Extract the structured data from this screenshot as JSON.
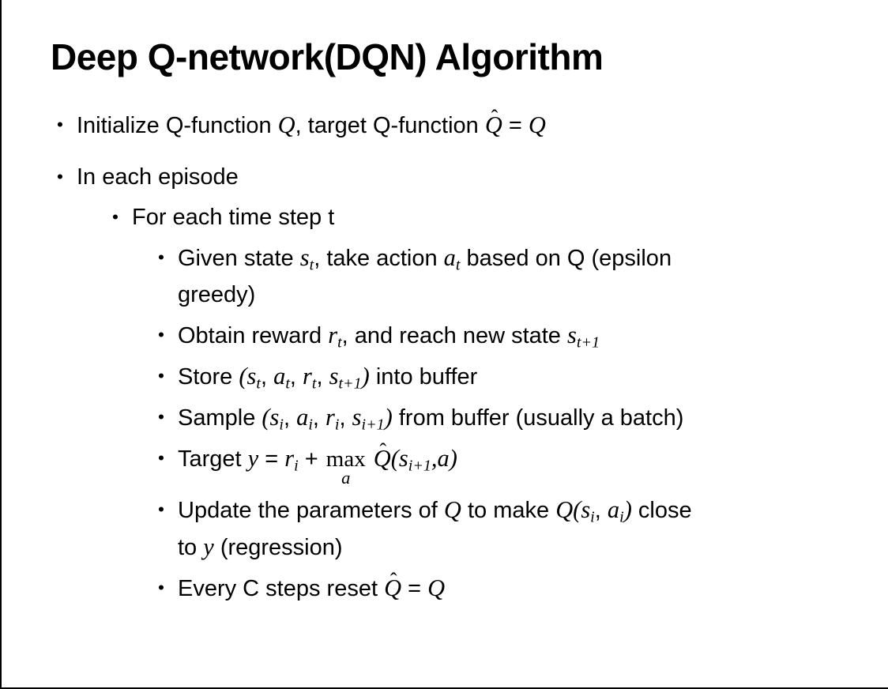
{
  "slide": {
    "title": "Deep Q-network(DQN) Algorithm",
    "background_color": "#ffffff",
    "text_color": "#000000",
    "border_color": "#000000"
  },
  "bullets": [
    {
      "level": 1,
      "segments": [
        {
          "t": "Initialize Q-function "
        },
        {
          "m": "Q"
        },
        {
          "t": ", target Q-function "
        },
        {
          "hat": "Q"
        },
        {
          "t": " = "
        },
        {
          "m": "Q"
        }
      ]
    },
    {
      "level": 1,
      "segments": [
        {
          "t": "In each episode"
        }
      ]
    },
    {
      "level": 2,
      "segments": [
        {
          "t": "For each time step t"
        }
      ]
    },
    {
      "level": 3,
      "segments": [
        {
          "t": "Given state "
        },
        {
          "m": "s",
          "sub": "t"
        },
        {
          "t": ", take action "
        },
        {
          "m": "a",
          "sub": "t"
        },
        {
          "t": " based on Q (epsilon"
        },
        {
          "br": true
        },
        {
          "t": "greedy)"
        }
      ]
    },
    {
      "level": 3,
      "segments": [
        {
          "t": "Obtain reward "
        },
        {
          "m": "r",
          "sub": "t"
        },
        {
          "t": ", and reach new state "
        },
        {
          "m": "s",
          "sub": "t+1"
        }
      ]
    },
    {
      "level": 3,
      "segments": [
        {
          "t": "Store "
        },
        {
          "m": "("
        },
        {
          "m": "s",
          "sub": "t"
        },
        {
          "t": ", "
        },
        {
          "m": "a",
          "sub": "t"
        },
        {
          "t": ", "
        },
        {
          "m": "r",
          "sub": "t"
        },
        {
          "t": ", "
        },
        {
          "m": "s",
          "sub": "t+1"
        },
        {
          "m": ")"
        },
        {
          "t": " into buffer"
        }
      ]
    },
    {
      "level": 3,
      "segments": [
        {
          "t": "Sample "
        },
        {
          "m": "("
        },
        {
          "m": "s",
          "sub": "i"
        },
        {
          "t": ", "
        },
        {
          "m": "a",
          "sub": "i"
        },
        {
          "t": ", "
        },
        {
          "m": "r",
          "sub": "i"
        },
        {
          "t": ", "
        },
        {
          "m": "s",
          "sub": "i+1"
        },
        {
          "m": ")"
        },
        {
          "t": " from buffer (usually a batch)"
        }
      ]
    },
    {
      "level": 3,
      "segments": [
        {
          "t": "Target "
        },
        {
          "m": "y"
        },
        {
          "t": " = "
        },
        {
          "m": "r",
          "sub": "i"
        },
        {
          "t": " + "
        },
        {
          "base": "max",
          "under": "a"
        },
        {
          "t": " "
        },
        {
          "hat": "Q"
        },
        {
          "m": "("
        },
        {
          "m": "s",
          "sub": "i+1"
        },
        {
          "m": ","
        },
        {
          "m": "a"
        },
        {
          "m": ")"
        }
      ]
    },
    {
      "level": 3,
      "segments": [
        {
          "t": "Update the parameters of "
        },
        {
          "m": "Q"
        },
        {
          "t": " to make "
        },
        {
          "m": "Q"
        },
        {
          "m": "("
        },
        {
          "m": "s",
          "sub": "i"
        },
        {
          "t": ", "
        },
        {
          "m": "a",
          "sub": "i"
        },
        {
          "m": ")"
        },
        {
          "t": " close"
        },
        {
          "br": true
        },
        {
          "t": "to "
        },
        {
          "m": "y"
        },
        {
          "t": " (regression)"
        }
      ]
    },
    {
      "level": 3,
      "segments": [
        {
          "t": "Every C steps reset "
        },
        {
          "hat": "Q"
        },
        {
          "t": " = "
        },
        {
          "m": "Q"
        }
      ]
    }
  ]
}
